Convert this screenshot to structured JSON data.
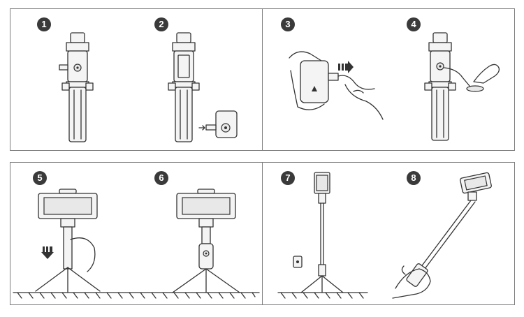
{
  "steps": [
    {
      "number": "1"
    },
    {
      "number": "2"
    },
    {
      "number": "3"
    },
    {
      "number": "4"
    },
    {
      "number": "5"
    },
    {
      "number": "6"
    },
    {
      "number": "7"
    },
    {
      "number": "8"
    }
  ],
  "colors": {
    "line": "#333333",
    "badge": "#3a3a3a",
    "frame": "#7d7d7d",
    "background": "#ffffff"
  }
}
